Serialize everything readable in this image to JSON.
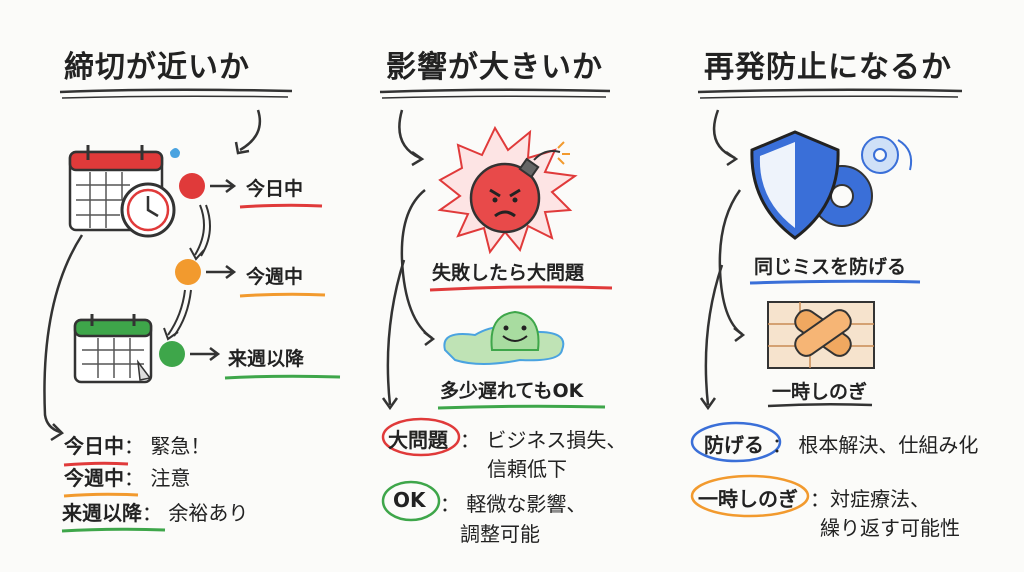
{
  "colors": {
    "red": "#e03a3a",
    "orange": "#f29a2e",
    "green": "#3ea64a",
    "blue": "#3a6fd8",
    "ink": "#2a2a2a"
  },
  "columns": [
    {
      "title": "締切が近いか",
      "steps": [
        {
          "label": "今日中",
          "color": "red"
        },
        {
          "label": "今週中",
          "color": "orange"
        },
        {
          "label": "来週以降",
          "color": "green"
        }
      ],
      "summary": [
        {
          "term": "今日中",
          "desc": "： 緊急！"
        },
        {
          "term": "今週中",
          "desc": "： 注意"
        },
        {
          "term": "来週以降",
          "desc": "： 余裕あり"
        }
      ],
      "icons": [
        "calendar-clock-icon",
        "calendar-icon"
      ]
    },
    {
      "title": "影響が大きいか",
      "labels": [
        "失敗したら大問題",
        "多少遅れてもOK"
      ],
      "summary": [
        {
          "term": "大問題",
          "desc_lines": [
            "： ビジネス損失、",
            "信頼低下"
          ]
        },
        {
          "term": "OK",
          "desc_lines": [
            "： 軽微な影響、",
            "調整可能"
          ]
        }
      ],
      "icons": [
        "bomb-icon",
        "smiley-puddle-icon"
      ]
    },
    {
      "title": "再発防止になるか",
      "labels": [
        "同じミスを防げる",
        "一時しのぎ"
      ],
      "summary": [
        {
          "term": "防げる",
          "desc_lines": [
            "： 根本解決、仕組み化"
          ]
        },
        {
          "term": "一時しのぎ",
          "desc_lines": [
            "：対症療法、",
            "繰り返す可能性"
          ]
        }
      ],
      "icons": [
        "shield-gear-icon",
        "bandage-icon"
      ]
    }
  ]
}
